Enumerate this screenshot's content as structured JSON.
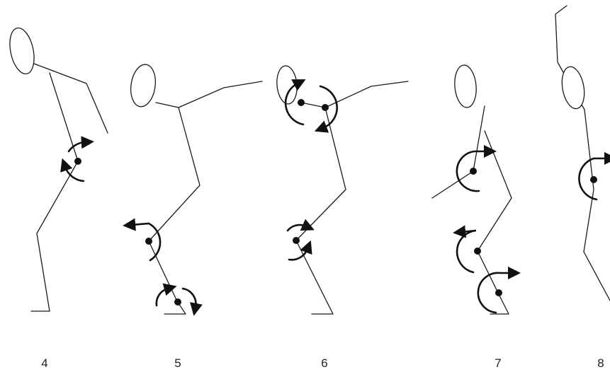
{
  "figures": [
    {
      "label": "4"
    },
    {
      "label": "5"
    },
    {
      "label": "6"
    },
    {
      "label": "7"
    },
    {
      "label": "8"
    }
  ],
  "colors": {
    "line": "#1a1a1a",
    "joint": "#111111",
    "background": "#ffffff"
  }
}
